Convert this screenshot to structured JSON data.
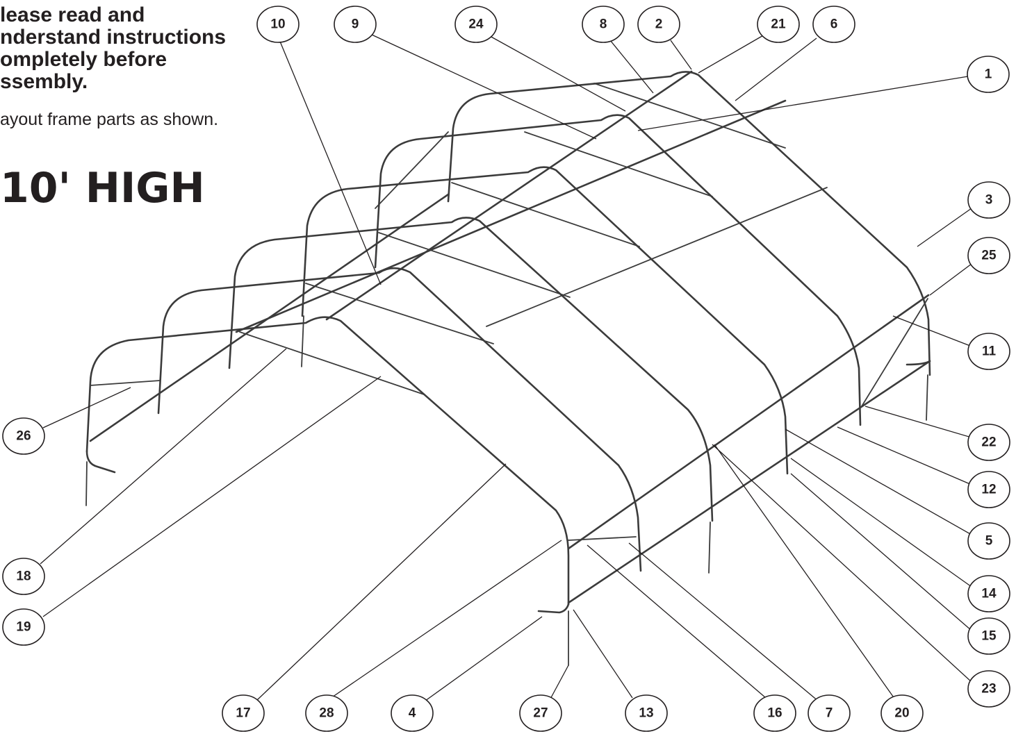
{
  "instructions": {
    "lines": [
      "lease read and",
      "nderstand instructions",
      "ompletely before",
      "ssembly."
    ],
    "layout_note": "ayout frame parts as shown.",
    "height_label": "10' HIGH"
  },
  "part_numbers": [
    "10",
    "9",
    "24",
    "8",
    "2",
    "21",
    "6",
    "1",
    "3",
    "25",
    "11",
    "22",
    "12",
    "5",
    "14",
    "15",
    "23",
    "26",
    "18",
    "19",
    "17",
    "28",
    "4",
    "27",
    "13",
    "16",
    "7",
    "20"
  ]
}
